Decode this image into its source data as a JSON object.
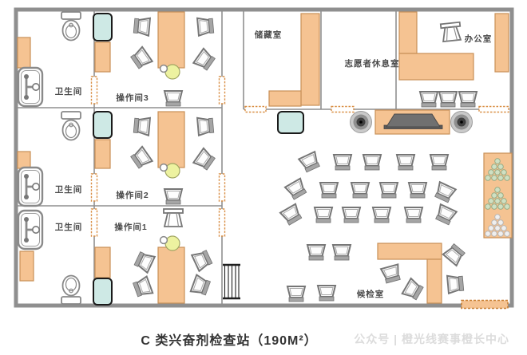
{
  "title": "C 类兴奋剂检查站（190M²）",
  "watermark": "公众号 | 橙光线赛事橙长中心",
  "rooms": {
    "bathroom_1": "卫生间",
    "bathroom_2": "卫生间",
    "bathroom_3": "卫生间",
    "operation_3": "操作间3",
    "operation_2": "操作间2",
    "operation_1": "操作间1",
    "storage": "储藏室",
    "volunteer_lounge": "志愿者休息室",
    "office": "办公室",
    "waiting": "候检室"
  },
  "colors": {
    "furniture_orange": "#F5C392",
    "furniture_orange_border": "#C89058",
    "door_orange": "#D98F45",
    "teal_fixture": "#CEE9E5",
    "wall_gray": "#8F8F8F",
    "label_text": "#4A4A4A",
    "title_text": "#333333",
    "watermark_gray": "#DCDCDC"
  }
}
